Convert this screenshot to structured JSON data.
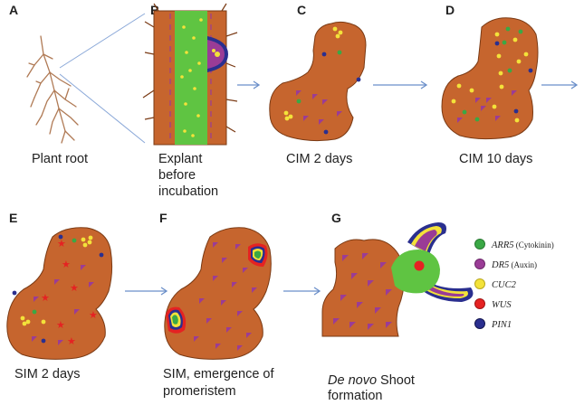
{
  "panels": {
    "A": {
      "letter": "A",
      "caption": [
        "Plant root"
      ]
    },
    "B": {
      "letter": "B",
      "caption": [
        "Explant",
        "before",
        "incubation"
      ]
    },
    "C": {
      "letter": "C",
      "caption": [
        "CIM 2 days"
      ]
    },
    "D": {
      "letter": "D",
      "caption": [
        "CIM 10 days"
      ]
    },
    "E": {
      "letter": "E",
      "caption": [
        "SIM 2 days"
      ]
    },
    "F": {
      "letter": "F",
      "caption": [
        "SIM, emergence of",
        "promeristem"
      ]
    },
    "G": {
      "letter": "G",
      "caption_italic": "De novo",
      "caption_rest": " Shoot",
      "caption_line2": "formation"
    }
  },
  "legend": [
    {
      "gene": "ARR5",
      "note": " (Cytokinin)",
      "color": "#3aa845",
      "edge": "#2b7a33"
    },
    {
      "gene": "DR5",
      "note": " (Auxin)",
      "color": "#9a3c96",
      "edge": "#6e2a6b"
    },
    {
      "gene": "CUC2",
      "note": "",
      "color": "#f3e23a",
      "edge": "#b9a81e"
    },
    {
      "gene": "WUS",
      "note": "",
      "color": "#e52222",
      "edge": "#a01515"
    },
    {
      "gene": "PIN1",
      "note": "",
      "color": "#2a2f8f",
      "edge": "#14174f"
    }
  ],
  "colors": {
    "tissue": "#c6652e",
    "tissue_edge": "#7a3a14",
    "vascular": "#5fc442",
    "arrow": "#6b8fc9",
    "root": "#b07a55"
  }
}
